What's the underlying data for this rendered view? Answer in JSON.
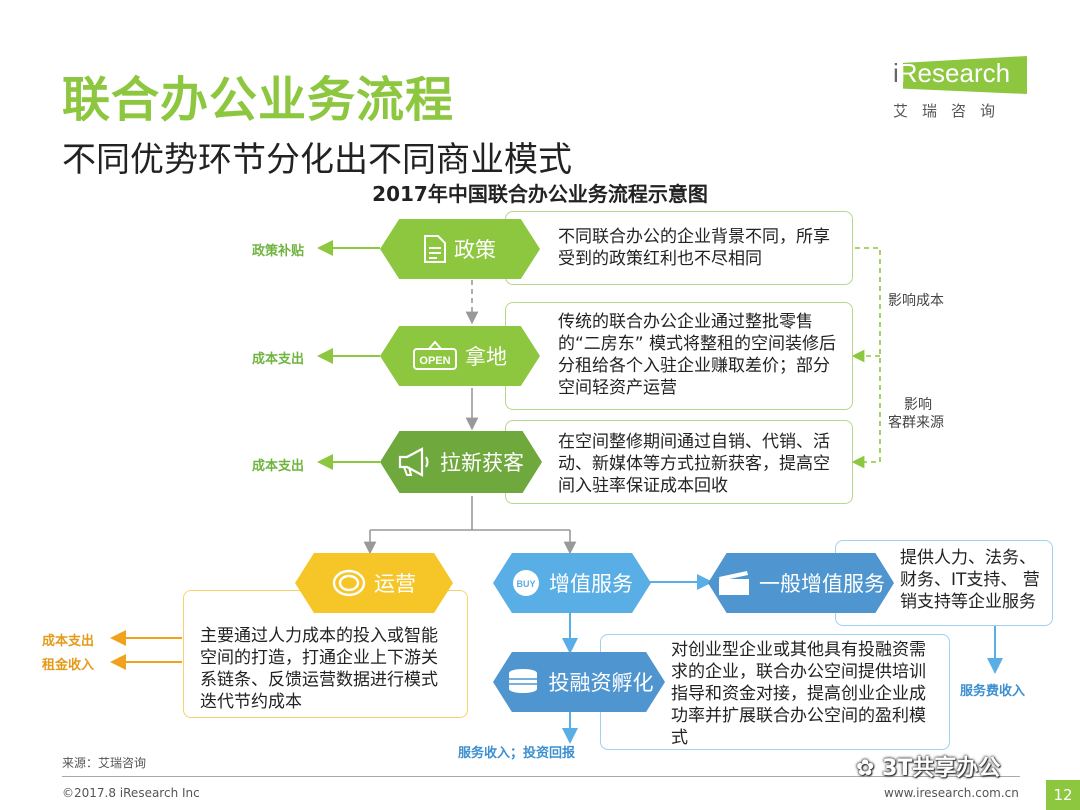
{
  "header": {
    "title": "联合办公业务流程",
    "subtitle": "不同优势环节分化出不同商业模式",
    "chart_title": "2017年中国联合办公业务流程示意图"
  },
  "logo": {
    "brand_i": "i",
    "brand_rest": "Research",
    "cn": "艾瑞咨询"
  },
  "steps": {
    "policy": {
      "label": "政策",
      "desc": "不同联合办公的企业背景不同，所享受到的政策红利也不尽相同",
      "side": "政策补贴"
    },
    "land": {
      "label": "拿地",
      "icon_text": "OPEN",
      "desc": "传统的联合办公企业通过整批零售的“二房东” 模式将整租的空间装修后分租给各个入驻企业赚取差价；部分空间轻资产运营",
      "side": "成本支出"
    },
    "acquire": {
      "label": "拉新获客",
      "desc": "在空间整修期间通过自销、代销、活动、新媒体等方式拉新获客，提高空间入驻率保证成本回收",
      "side": "成本支出"
    },
    "operate": {
      "label": "运营",
      "desc": "主要通过人力成本的投入或智能空间的打造，打通企业上下游关系链条、反馈运营数据进行模式迭代节约成本",
      "side1": "成本支出",
      "side2": "租金收入"
    },
    "value_added": {
      "label": "增值服务",
      "icon_text": "BUY"
    },
    "general": {
      "label": "一般增值服务",
      "desc": "提供人力、法务、财务、IT支持、 营销支持等企业服务",
      "side": "服务费收入"
    },
    "incubate": {
      "label": "投融资孵化",
      "desc": "对创业型企业或其他具有投融资需求的企业，联合办公空间提供培训指导和资金对接，提高创业企业成功率并扩展联合办公空间的盈利模式",
      "side": "服务收入；投资回报"
    }
  },
  "annotations": {
    "cost": "影响成本",
    "customer1": "影响",
    "customer2": "客群来源"
  },
  "footer": {
    "source": "来源：艾瑞咨询",
    "copyright": "©2017.8 iResearch Inc",
    "website": "www.iresearch.com.cn",
    "page": "12",
    "wechat": "3T共享办公"
  },
  "colors": {
    "green": "#8dc63f",
    "dark_green": "#6fb43f",
    "yellow": "#f6c628",
    "blue": "#5aaee6"
  }
}
